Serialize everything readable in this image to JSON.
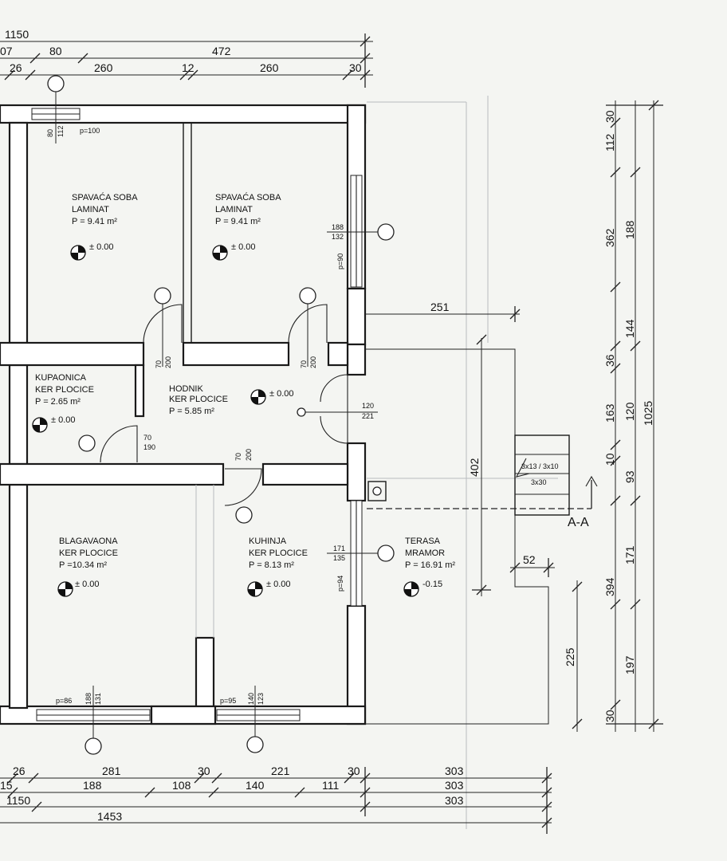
{
  "rooms": [
    {
      "name": "SPAVAĆA SOBA",
      "finish": "LAMINAT",
      "area": "P = 9.41 m²",
      "level": "± 0.00"
    },
    {
      "name": "SPAVAĆA SOBA",
      "finish": "LAMINAT",
      "area": "P = 9.41 m²",
      "level": "± 0.00"
    },
    {
      "name": "KUPAONICA",
      "finish": "KER PLOCICE",
      "area": "P = 2.65 m²",
      "level": "± 0.00"
    },
    {
      "name": "HODNIK",
      "finish": "KER PLOCICE",
      "area": "P = 5.85 m²",
      "level": "± 0.00"
    },
    {
      "name": "BLAGAVAONA",
      "finish": "KER PLOCICE",
      "area": "P =10.34 m²",
      "level": "± 0.00"
    },
    {
      "name": "KUHINJA",
      "finish": "KER PLOCICE",
      "area": "P = 8.13 m²",
      "level": "± 0.00"
    },
    {
      "name": "TERASA",
      "finish": "MRAMOR",
      "area": "P = 16.91 m²",
      "level": "-0.15"
    }
  ],
  "top_dims": {
    "row1": [
      "1150"
    ],
    "row2": [
      "07",
      "80",
      "472"
    ],
    "row3": [
      "26",
      "260",
      "12",
      "260",
      "30"
    ]
  },
  "bottom_dims": {
    "row1": [
      "26",
      "281",
      "30",
      "221",
      "30",
      "303"
    ],
    "row2": [
      "15",
      "188",
      "108",
      "140",
      "111",
      "303"
    ],
    "row3": [
      "1150",
      "303"
    ],
    "row4": [
      "1453"
    ]
  },
  "right_dims": {
    "col1": [
      "30",
      "112",
      "188",
      "144",
      "36",
      "120",
      "10",
      "93",
      "171",
      "197",
      "30"
    ],
    "col2": [
      "362",
      "163",
      "394"
    ],
    "col3": [
      "1025"
    ]
  },
  "misc_dims": {
    "d251": "251",
    "d402": "402",
    "d52": "52",
    "d225": "225"
  },
  "small_labels": {
    "win_top": [
      "80",
      "112"
    ],
    "p100": "p=100",
    "win_right1": [
      "188",
      "132"
    ],
    "p90": "p=90",
    "door_bed1": [
      "70",
      "200"
    ],
    "door_bed2": [
      "70",
      "200"
    ],
    "door_hall": [
      "120",
      "221"
    ],
    "door_bath": [
      "70",
      "190"
    ],
    "door_kitchen": [
      "70",
      "200"
    ],
    "win_right2": [
      "171",
      "135"
    ],
    "p94": "p=94",
    "win_bottom1": [
      "188",
      "131"
    ],
    "p86": "p=86",
    "win_bottom2": [
      "140",
      "123"
    ],
    "p95": "p=95",
    "stairs": [
      "3x13 / 3x10",
      "3x30"
    ]
  },
  "section_label": "A-A"
}
